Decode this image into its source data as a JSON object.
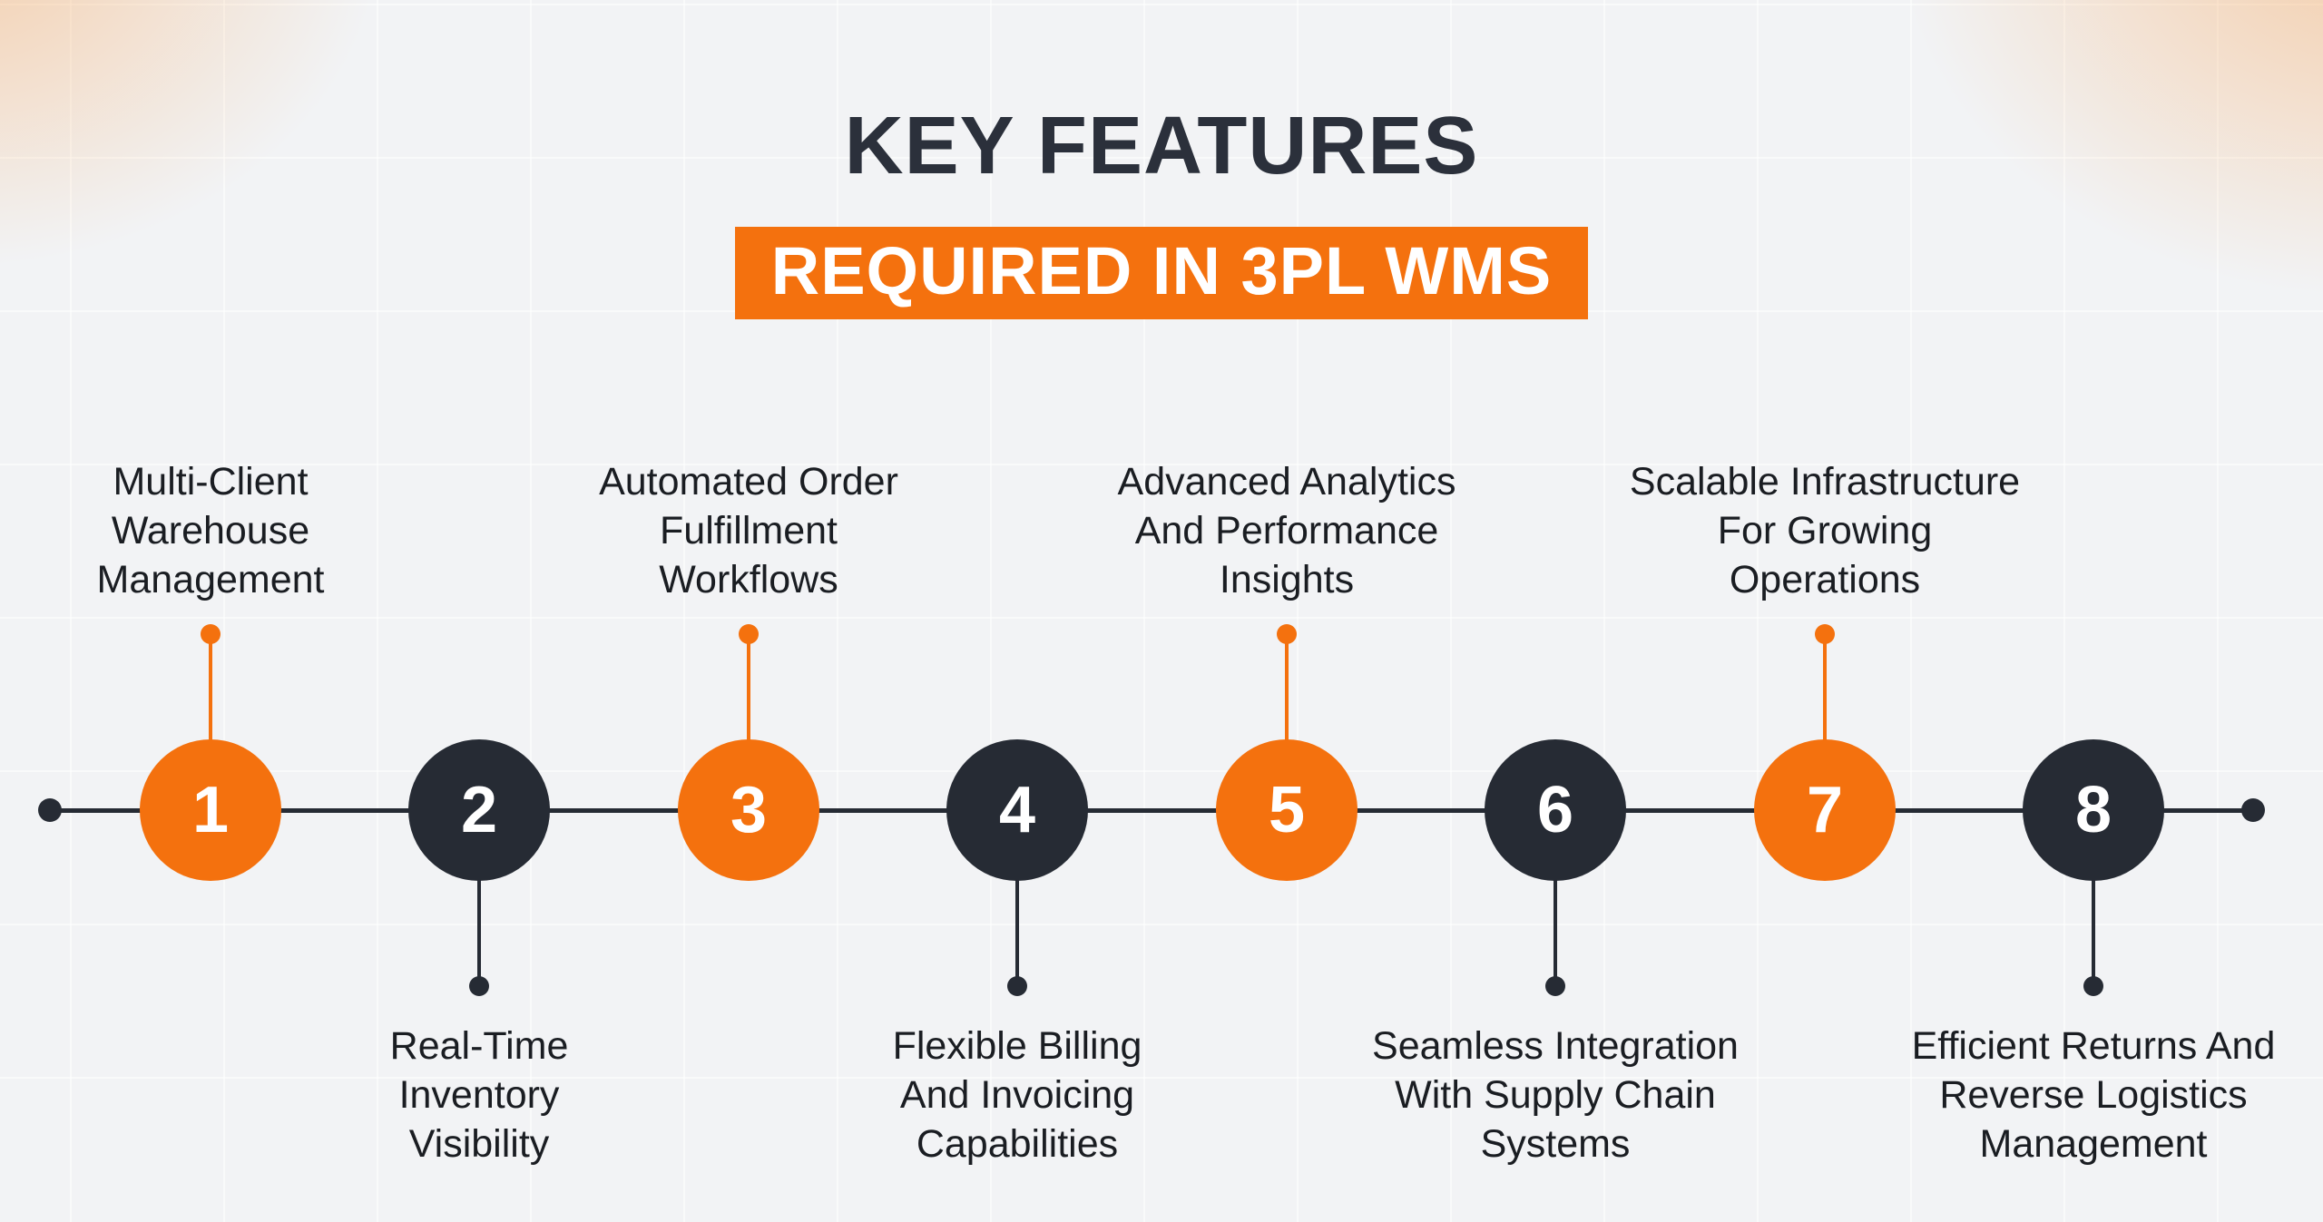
{
  "title": {
    "heading": "KEY FEATURES",
    "badge": "REQUIRED IN 3PL WMS"
  },
  "colors": {
    "accent_orange": "#F4710E",
    "dark": "#262B34",
    "background": "#F2F3F5",
    "label_text": "#1A1D22",
    "heading_text": "#2B303B",
    "badge_text": "#FFFFFF"
  },
  "timeline": {
    "items": [
      {
        "number": "1",
        "label": "Multi-Client\nWarehouse\nManagement",
        "color": "orange",
        "label_position": "top"
      },
      {
        "number": "2",
        "label": "Real-Time\nInventory\nVisibility",
        "color": "dark",
        "label_position": "bottom"
      },
      {
        "number": "3",
        "label": "Automated Order\nFulfillment\nWorkflows",
        "color": "orange",
        "label_position": "top"
      },
      {
        "number": "4",
        "label": "Flexible Billing\nAnd Invoicing\nCapabilities",
        "color": "dark",
        "label_position": "bottom"
      },
      {
        "number": "5",
        "label": "Advanced Analytics\nAnd Performance\nInsights",
        "color": "orange",
        "label_position": "top"
      },
      {
        "number": "6",
        "label": "Seamless Integration\nWith Supply Chain\nSystems",
        "color": "dark",
        "label_position": "bottom"
      },
      {
        "number": "7",
        "label": "Scalable Infrastructure\nFor Growing\nOperations",
        "color": "orange",
        "label_position": "top"
      },
      {
        "number": "8",
        "label": "Efficient Returns And\nReverse Logistics\nManagement",
        "color": "dark",
        "label_position": "bottom"
      }
    ]
  }
}
